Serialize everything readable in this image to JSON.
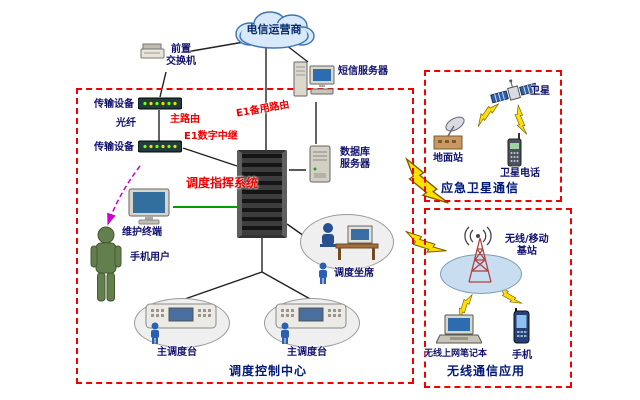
{
  "colors": {
    "box_border_red": "#f20000",
    "route_label_red": "#ee0000",
    "section_title_blue": "#001878",
    "bolt_yellow": "#ffdf00",
    "maintenance_line_green": "#00a000",
    "mobile_arrow_magenta": "#cc00cc"
  },
  "cloud": {
    "label": "电信运营商"
  },
  "dispatch_center": {
    "title": "调度控制中心",
    "front_switch": "前置\n交换机",
    "transmission_top": "传输设备",
    "fiber": "光纤",
    "transmission_bottom": "传输设备",
    "main_route": "主路由",
    "e1_backup_route": "E1备用路由",
    "e1_trunk": "E1数字中继",
    "dispatch_system": "调度指挥系统",
    "sms_server": "短信服务器",
    "db_server": "数据库\n服务器",
    "maintenance_terminal": "维护终端",
    "phone_user": "手机用户",
    "dispatch_seat": "调度坐席",
    "console_left": "主调度台",
    "console_right": "主调度台"
  },
  "satellite_section": {
    "title": "应急卫星通信",
    "satellite": "卫星",
    "ground_station": "地面站",
    "satellite_phone": "卫星电话"
  },
  "wireless_section": {
    "title": "无线通信应用",
    "base_station": "无线/移动\n基站",
    "laptop": "无线上网笔记本",
    "phone": "手机"
  }
}
